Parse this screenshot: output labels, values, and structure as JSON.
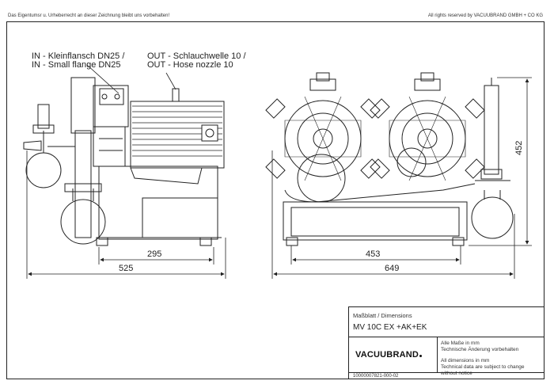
{
  "header": {
    "copyright_note": "Das Eigentumsr u. Urheberrecht an dieser Zeichnung bleibt uns vorbehalten!",
    "rights_note": "All rights reserved by VACUUBRAND GMBH + CO KG"
  },
  "callouts": {
    "in_line1": "IN - Kleinflansch DN25 /",
    "in_line2": "IN - Small flange DN25",
    "out_line1": "OUT - Schlauchwelle 10 /",
    "out_line2": "OUT - Hose nozzle 10"
  },
  "dimensions": {
    "side_inner_width": "295",
    "side_total_width": "525",
    "front_inner_width": "453",
    "front_total_width": "649",
    "front_height": "452"
  },
  "title_block": {
    "label": "Maßblatt / Dimensions",
    "model": "MV 10C EX +AK+EK",
    "brand": "VACUUBRAND",
    "notes_de_1": "Alle Maße in mm",
    "notes_de_2": "Technische Änderung vorbehalten",
    "notes_en_1": "All dimensions in mm",
    "notes_en_2": "Technical data are subject to change",
    "notes_en_3": "without notice",
    "doc_number": "10000007821-000-02"
  }
}
